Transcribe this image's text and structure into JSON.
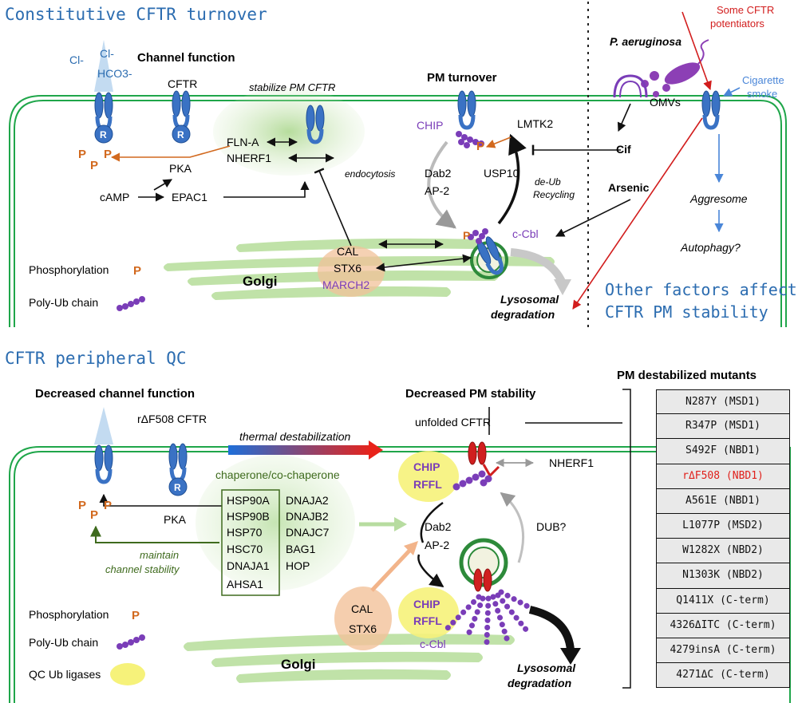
{
  "top": {
    "title": "Constitutive CFTR turnover",
    "channel_function": "Channel function",
    "cl1": "Cl-",
    "cl2": "Cl-",
    "hco3": "HCO3-",
    "cftr": "CFTR",
    "r_label": "R",
    "p_label": "P",
    "pka": "PKA",
    "camp": "cAMP",
    "epac1": "EPAC1",
    "stabilize": "stabilize PM CFTR",
    "flna": "FLN-A",
    "nherf1": "NHERF1",
    "pm_turnover": "PM turnover",
    "chip": "CHIP",
    "lmtk2": "LMTK2",
    "endocytosis": "endocytosis",
    "dab2": "Dab2",
    "ap2": "AP-2",
    "usp10": "USP10",
    "deub": "de-Ub",
    "recycling": "Recycling",
    "cbl": "c-Cbl",
    "cal": "CAL",
    "stx6": "STX6",
    "march2": "MARCH2",
    "golgi": "Golgi",
    "phos_label": "Phosphorylation",
    "polyub_label": "Poly-Ub chain",
    "lyso1": "Lysosomal",
    "lyso2": "degradation",
    "paeruginosa": "P. aeruginosa",
    "omvs": "OMVs",
    "cif": "Cif",
    "arsenic": "Arsenic",
    "potentiators1": "Some CFTR",
    "potentiators2": "potentiators",
    "cig1": "Cigarette",
    "cig2": "smoke",
    "aggresome": "Aggresome",
    "autophagy": "Autophagy?",
    "other1": "Other factors affect",
    "other2": "CFTR PM stability"
  },
  "bottom": {
    "title": "CFTR peripheral QC",
    "decreased_channel": "Decreased channel function",
    "rdf508": "rΔF508 CFTR",
    "thermal": "thermal destabilization",
    "decreased_pm": "Decreased PM stability",
    "unfolded": "unfolded CFTR",
    "chaperone_title": "chaperone/co-chaperone",
    "chaperones_left": [
      "HSP90A",
      "HSP90B",
      "HSP70",
      "HSC70",
      "DNAJA1",
      "AHSA1"
    ],
    "chaperones_right": [
      "DNAJA2",
      "DNAJB2",
      "DNAJC7",
      "BAG1",
      "HOP"
    ],
    "pka": "PKA",
    "maintain1": "maintain",
    "maintain2": "channel stability",
    "chip": "CHIP",
    "rffl": "RFFL",
    "nherf1": "NHERF1",
    "dab2": "Dab2",
    "ap2": "AP-2",
    "dub": "DUB?",
    "cal": "CAL",
    "stx6": "STX6",
    "cbl": "c-Cbl",
    "golgi": "Golgi",
    "phos_label": "Phosphorylation",
    "polyub_label": "Poly-Ub chain",
    "qc_label": "QC Ub ligases",
    "lyso1": "Lysosomal",
    "lyso2": "degradation"
  },
  "mutants": {
    "title": "PM destabilized mutants",
    "items": [
      {
        "name": "N287Y (MSD1)",
        "color": "#111111"
      },
      {
        "name": "R347P (MSD1)",
        "color": "#111111"
      },
      {
        "name": "S492F (NBD1)",
        "color": "#111111"
      },
      {
        "name": "rΔF508 (NBD1)",
        "color": "#e0201b"
      },
      {
        "name": "A561E (NBD1)",
        "color": "#111111"
      },
      {
        "name": "L1077P (MSD2)",
        "color": "#111111"
      },
      {
        "name": "W1282X (NBD2)",
        "color": "#111111"
      },
      {
        "name": "N1303K (NBD2)",
        "color": "#111111"
      },
      {
        "name": "Q1411X (C-term)",
        "color": "#111111"
      },
      {
        "name": "4326ΔITC (C-term)",
        "color": "#111111"
      },
      {
        "name": "4279insA (C-term)",
        "color": "#111111"
      },
      {
        "name": "4271ΔC (C-term)",
        "color": "#111111"
      }
    ]
  },
  "colors": {
    "membrane": "#1fa64a",
    "title_blue": "#2b6cb0",
    "cftr_blue": "#3a72c4",
    "phospho_orange": "#d2691e",
    "ub_purple": "#7a3db8",
    "red": "#d21d1d"
  }
}
